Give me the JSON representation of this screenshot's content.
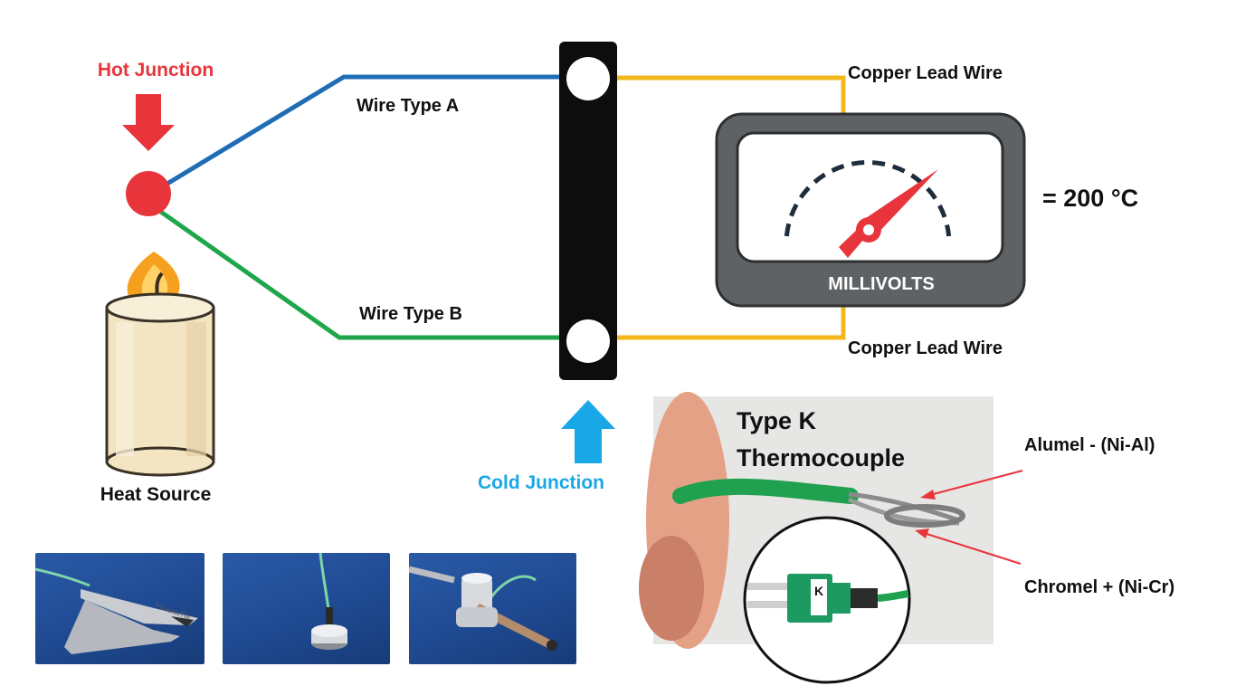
{
  "labels": {
    "hot_junction": "Hot Junction",
    "wire_a": "Wire Type A",
    "wire_b": "Wire Type B",
    "copper_top": "Copper Lead Wire",
    "copper_bottom": "Copper Lead Wire",
    "reading": "= 200 °C",
    "meter_label": "MILLIVOLTS",
    "heat_source": "Heat Source",
    "cold_junction": "Cold Junction"
  },
  "thermocouple_photo": {
    "title_line1": "Type K",
    "title_line2": "Thermocouple",
    "alumel": "Alumel - (Ni-Al)",
    "chromel": "Chromel + (Ni-Cr)",
    "connector_mark": "K"
  },
  "probe_photos": {
    "clamp_brand": "PhoenixTM"
  },
  "colors": {
    "hot": "#e8353b",
    "cold": "#1aa7e6",
    "wire_a": "#1f6db5",
    "wire_b": "#1fa64a",
    "copper": "#f2b81d",
    "block": "#0d0d0d",
    "meter_frame": "#5f6264"
  }
}
